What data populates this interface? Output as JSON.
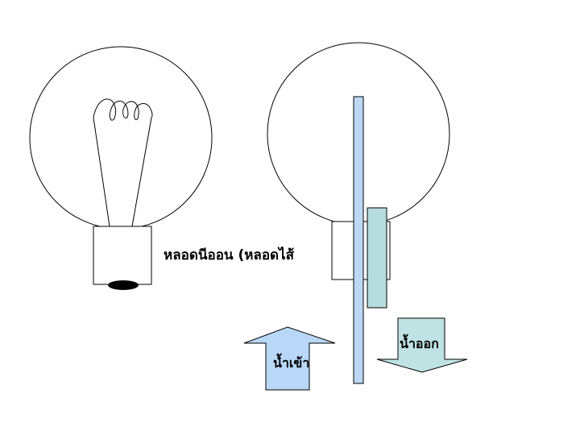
{
  "labels": {
    "bulb_caption": "หลอดนีออน (หลอดไส้",
    "water_in": "น้ำเข้า",
    "water_out": "น้ำออก"
  },
  "colors": {
    "line": "#000000",
    "rod_fill": "#bcd8f5",
    "jacket_fill": "#b6dcdd",
    "arrow_in_fill": "#b9d7f7",
    "arrow_out_fill": "#bfe3e3",
    "base_hole": "#000000"
  }
}
